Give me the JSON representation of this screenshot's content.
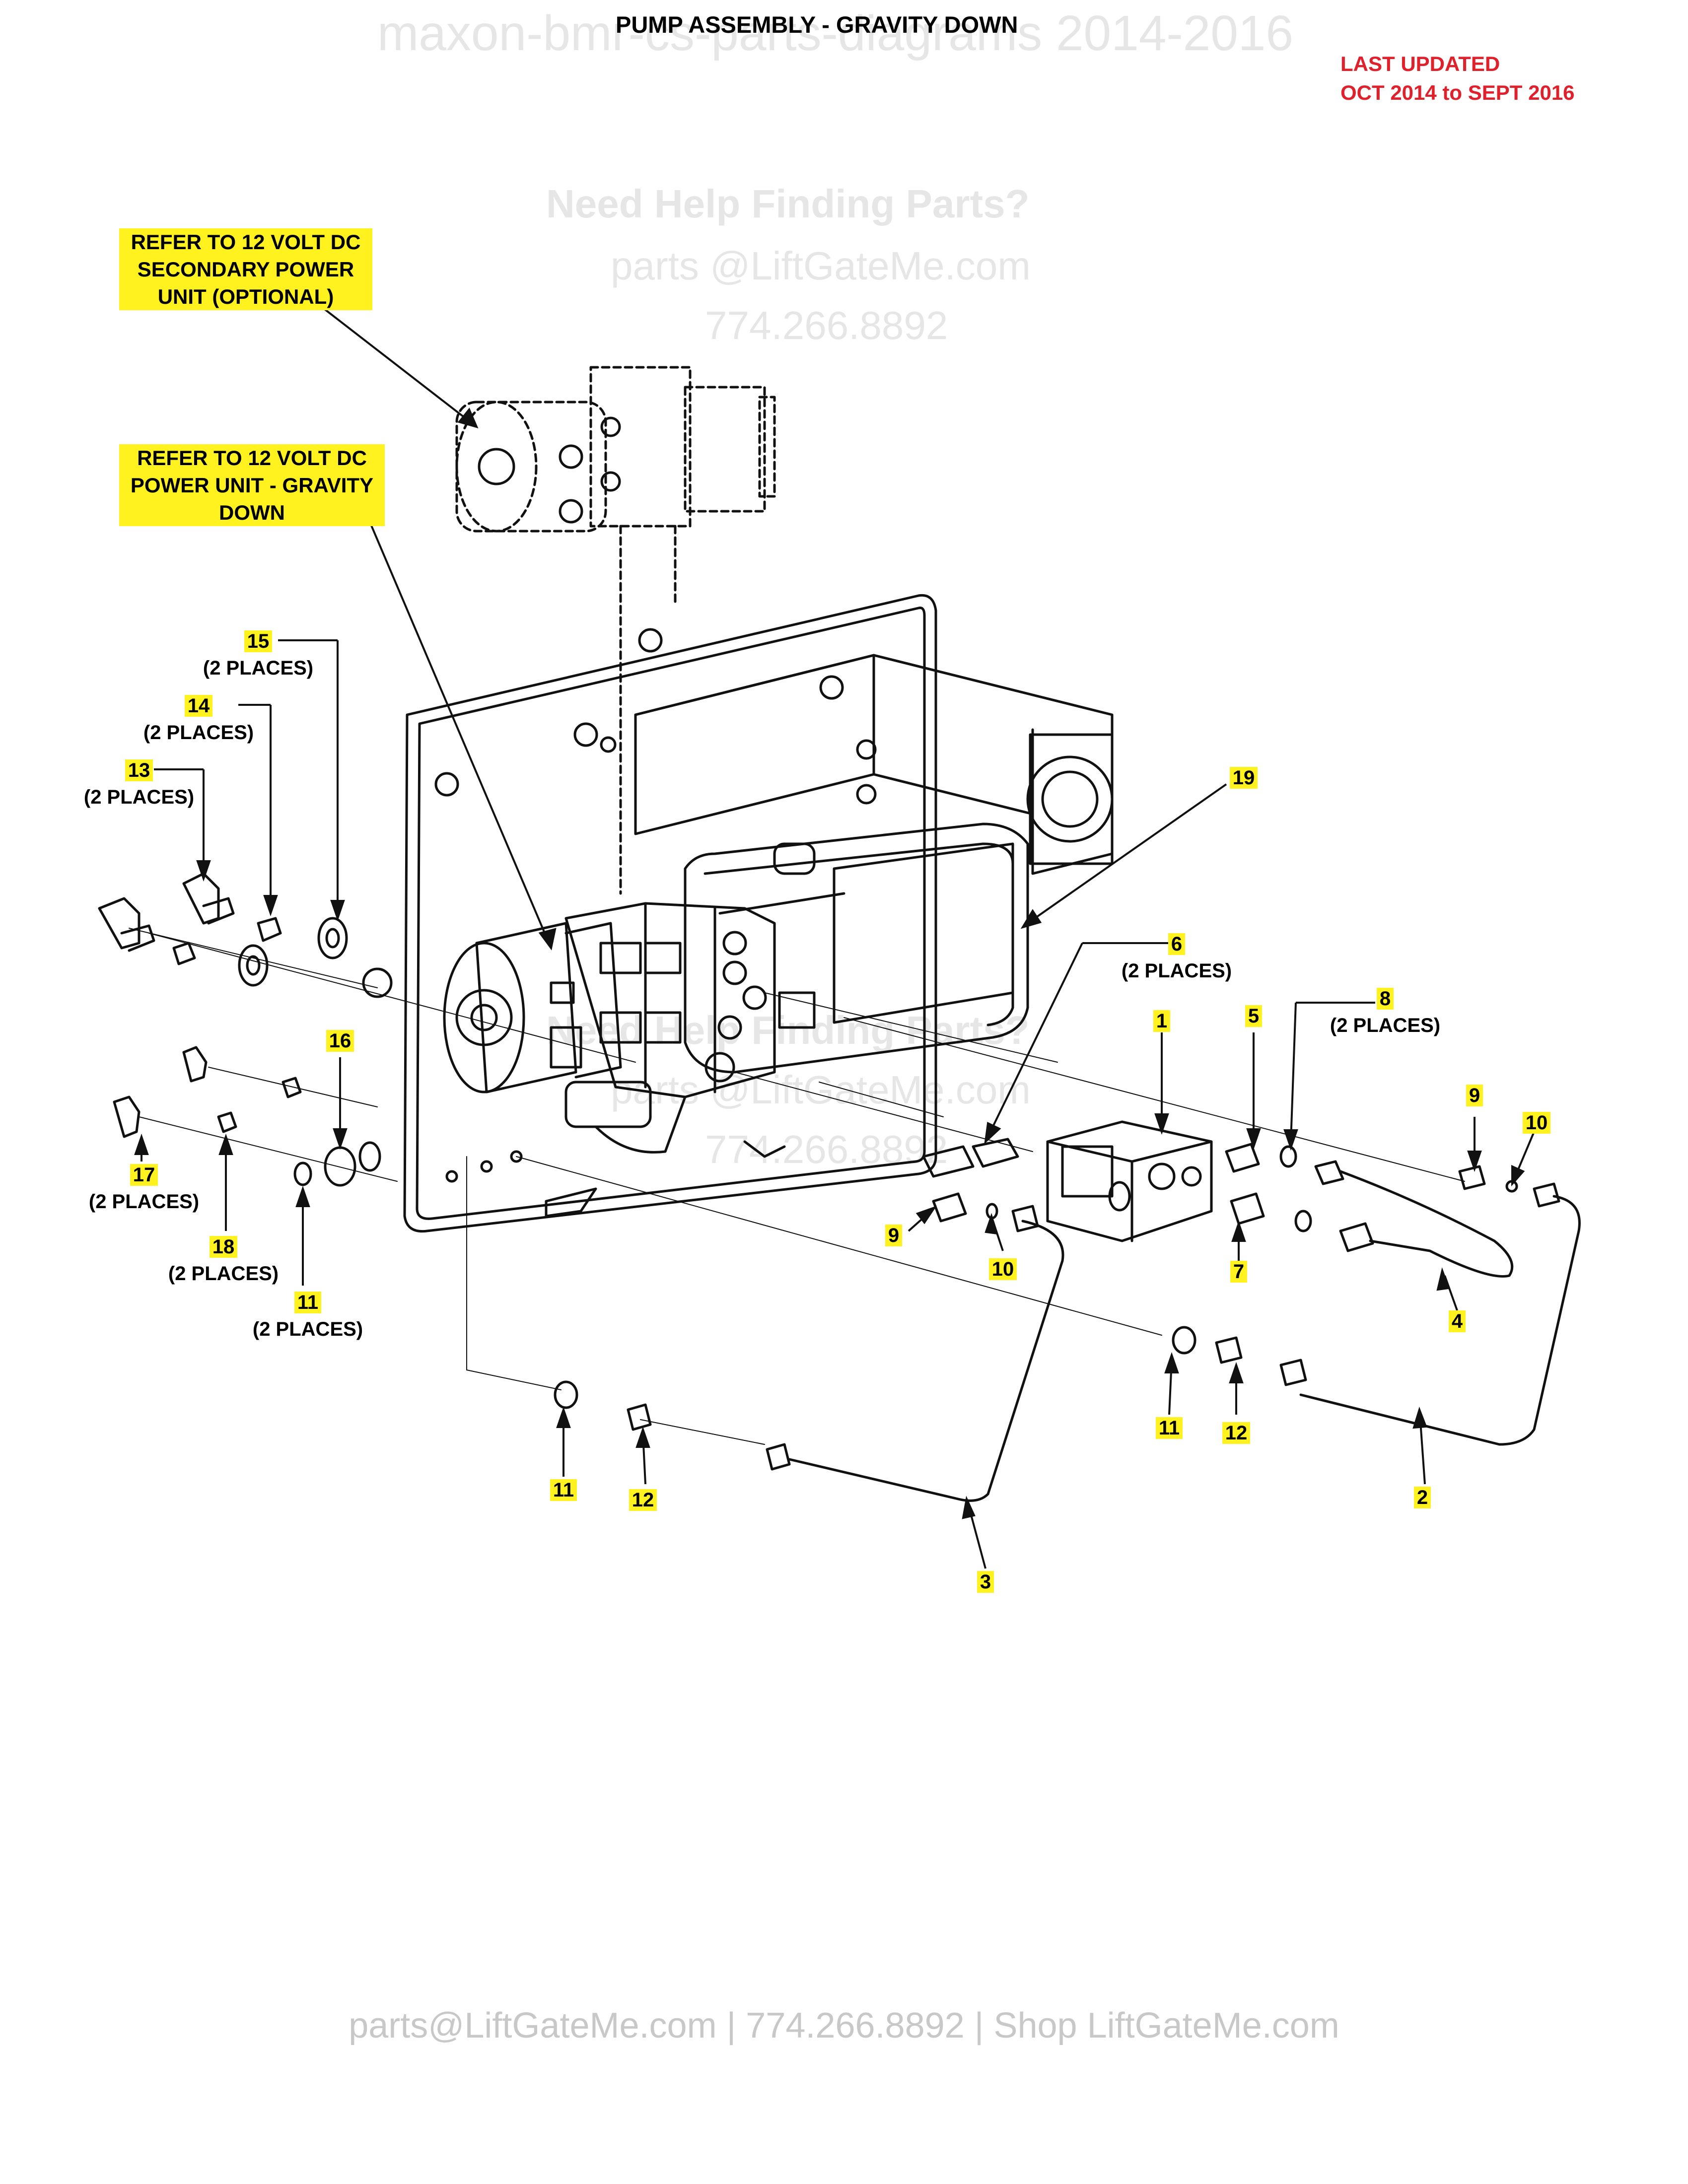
{
  "header": {
    "title": "PUMP ASSEMBLY - GRAVITY DOWN",
    "last_updated_label": "LAST UPDATED",
    "last_updated_range": "OCT 2014 to SEPT 2016"
  },
  "watermark": {
    "top": "maxon-bmr-cs-parts-diagrams 2014-2016",
    "help_title": "Need Help Finding Parts?",
    "help_email": "parts @LiftGateMe.com",
    "help_phone": "774.266.8892"
  },
  "refs": {
    "secondary": [
      "REFER TO 12 VOLT DC",
      "SECONDARY POWER",
      "UNIT (OPTIONAL)"
    ],
    "power": [
      "REFER TO 12 VOLT DC",
      "POWER UNIT - GRAVITY",
      "DOWN"
    ]
  },
  "callouts": {
    "c15": {
      "num": "15",
      "note": "(2 PLACES)"
    },
    "c14": {
      "num": "14",
      "note": "(2 PLACES)"
    },
    "c13": {
      "num": "13",
      "note": "(2 PLACES)"
    },
    "c16": {
      "num": "16"
    },
    "c17": {
      "num": "17",
      "note": "(2 PLACES)"
    },
    "c18": {
      "num": "18",
      "note": "(2 PLACES)"
    },
    "c11a": {
      "num": "11",
      "note": "(2 PLACES)"
    },
    "c19": {
      "num": "19"
    },
    "c6": {
      "num": "6",
      "note": "(2 PLACES)"
    },
    "c1": {
      "num": "1"
    },
    "c5": {
      "num": "5"
    },
    "c8": {
      "num": "8",
      "note": "(2 PLACES)"
    },
    "c9a": {
      "num": "9"
    },
    "c10a": {
      "num": "10"
    },
    "c9b": {
      "num": "9"
    },
    "c10b": {
      "num": "10"
    },
    "c7": {
      "num": "7"
    },
    "c4": {
      "num": "4"
    },
    "c11b": {
      "num": "11"
    },
    "c12b": {
      "num": "12"
    },
    "c2": {
      "num": "2"
    },
    "c11c": {
      "num": "11"
    },
    "c12c": {
      "num": "12"
    },
    "c3": {
      "num": "3"
    }
  },
  "footer": {
    "text": "parts@LiftGateMe.com | 774.266.8892 | Shop LiftGateMe.com"
  }
}
